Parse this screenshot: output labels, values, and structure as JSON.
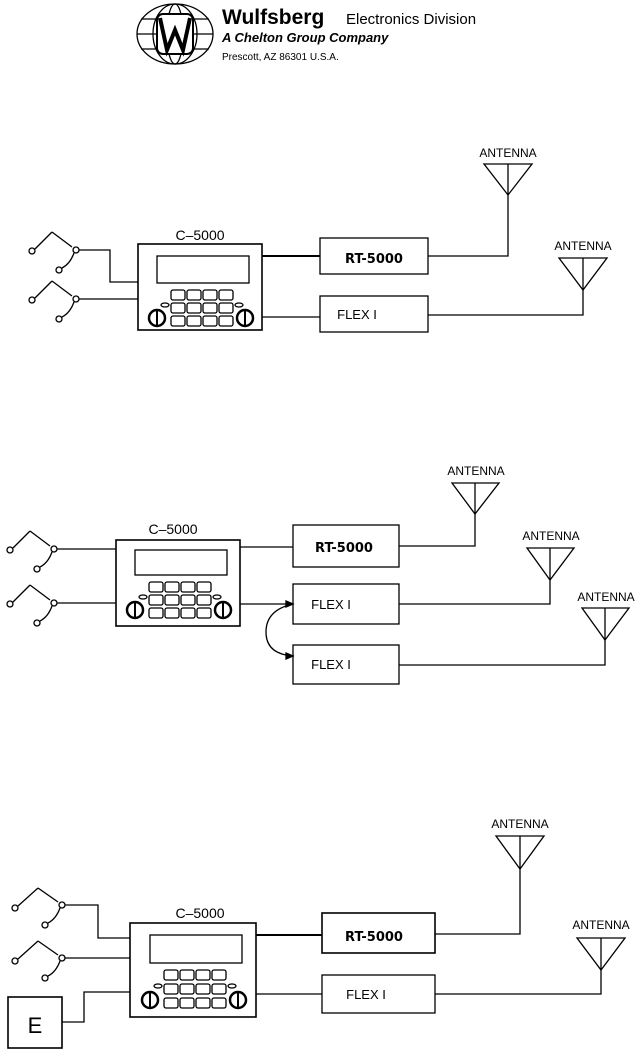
{
  "header": {
    "company": "Wulfsberg",
    "division": "Electronics Division",
    "tagline": "A Chelton Group Company",
    "address": "Prescott, AZ  86301  U.S.A."
  },
  "diagrams": [
    {
      "controller_label": "C–5000",
      "transceiver_label": "RT-5000",
      "flex_labels": [
        "FLEX I"
      ],
      "antenna_labels": [
        "ANTENNA",
        "ANTENNA"
      ]
    },
    {
      "controller_label": "C–5000",
      "transceiver_label": "RT-5000",
      "flex_labels": [
        "FLEX I",
        "FLEX I"
      ],
      "antenna_labels": [
        "ANTENNA",
        "ANTENNA",
        "ANTENNA"
      ]
    },
    {
      "controller_label": "C–5000",
      "transceiver_label": "RT-5000",
      "flex_labels": [
        "FLEX I"
      ],
      "antenna_labels": [
        "ANTENNA",
        "ANTENNA"
      ],
      "extra_box_label": "E"
    }
  ],
  "colors": {
    "ink": "#000000",
    "paper": "#ffffff"
  }
}
